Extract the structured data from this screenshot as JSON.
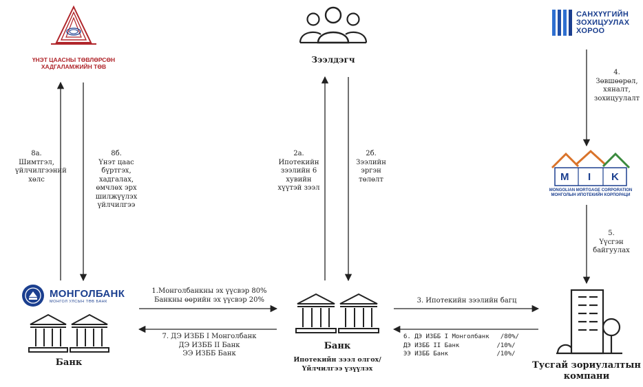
{
  "csd": {
    "title": "ҮНЭТ ЦААСНЫ ТӨВЛӨРСӨН\nХАДГАЛАМЖИЙН ТӨВ"
  },
  "borrower": {
    "label": "Зээлдэгч"
  },
  "mse": {
    "line1": "САНХҮҮГИЙН",
    "line2": "ЗОХИЦУУЛАХ",
    "line3": "ХОРОО"
  },
  "mik": {
    "letters": [
      "M",
      "I",
      "K"
    ],
    "sub": "MONGOLIAN MORTGAGE CORPORATION\nМОНГОЛЫН ИПОТЕКИЙН КОРПОРАЦИ"
  },
  "mongolbank": {
    "title": "МОНГОЛБАНК",
    "sub": "МОНГОЛ УЛСЫН ТӨВ БАНК"
  },
  "left_bank": {
    "label": "Банк"
  },
  "center_bank": {
    "label": "Банк",
    "sub": "Ипотекийн зээл олгох/\nҮйлчилгээ үзүүлэх"
  },
  "spv": {
    "label": "Тусгай зориулалтын\nкомпани"
  },
  "steps": {
    "s8a": "8а.\nШимтгэл,\nүйлчилгээний\nхөлс",
    "s8b": "8б.\nҮнэт цаас\nбүртгэх,\nхадгалах,\nөмчлөх эрх\nшилжүүлэх\nүйлчилгээ",
    "s2a": "2а.\nИпотекийн\nзээлийн 6\nхувийн\nхүүтэй зээл",
    "s2b": "2б.\nЗээлийн\nэргэн\nтөлөлт",
    "s4": "4.\nЗөвшөөрөл,\nхяналт,\nзохицуулалт",
    "s5": "5.\nҮүсгэн\nбайгуулах",
    "s1": "1.Монголбанкны эх үүсвэр 80%\nБанкны өөрийн эх үүсвэр 20%",
    "s3": "3. Ипотекийн зээлийн багц",
    "s7": "7. ДЭ ИЗББ I Монголбанк\nДЭ ИЗББ II Банк\nЭЭ ИЗББ Банк",
    "s6": "6. ДЭ ИЗББ I Монголбанк   /80%/\nДЭ ИЗББ II Банк          /10%/\nЭЭ ИЗББ Банк             /10%/"
  },
  "colors": {
    "brand_blue": "#1b3f8f",
    "brand_red": "#b0262b",
    "mik_orange": "#d9732a",
    "mik_green": "#3b8a3e"
  }
}
